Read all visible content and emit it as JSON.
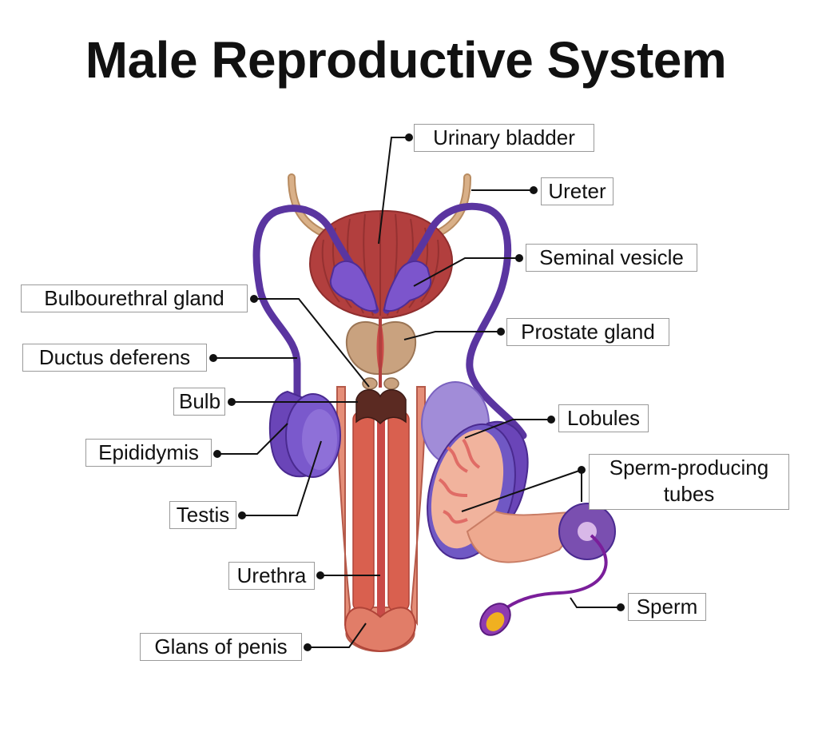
{
  "title": "Male Reproductive System",
  "labels": {
    "urinary_bladder": "Urinary bladder",
    "ureter": "Ureter",
    "seminal_vesicle": "Seminal vesicle",
    "bulbourethral_gland": "Bulbourethral gland",
    "prostate_gland": "Prostate gland",
    "ductus_deferens": "Ductus deferens",
    "bulb": "Bulb",
    "lobules": "Lobules",
    "epididymis": "Epididymis",
    "sperm_producing_tubes_line1": "Sperm-producing",
    "sperm_producing_tubes_line2": "tubes",
    "testis": "Testis",
    "urethra": "Urethra",
    "sperm": "Sperm",
    "glans_of_penis": "Glans of penis"
  },
  "colors": {
    "bladder": "#b23f3e",
    "ureter": "#d3a77b",
    "ductus": "#6a40b8",
    "vesicle": "#7c55cc",
    "prostate": "#c9a27f",
    "penis_outer": "#e58e78",
    "penis_inner": "#cf4e48",
    "bulb": "#5b2a22",
    "testis": "#7a59cc",
    "testis_light": "#a18cd8",
    "lobule": "#f1b39d",
    "sperm_head": "#f0b020"
  }
}
